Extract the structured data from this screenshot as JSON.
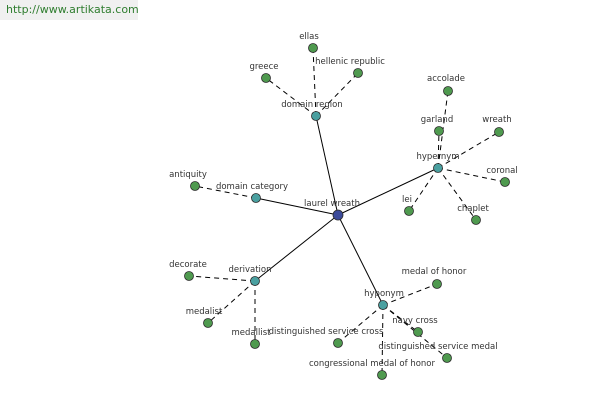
{
  "watermark": "http://www.artikata.com",
  "colors": {
    "center": "#3b4a9a",
    "relation": "#4aa0a0",
    "leaf": "#4f9a4f",
    "node_stroke": "#2b2b2b",
    "edge": "#000000",
    "text": "#333333"
  },
  "center": {
    "label": "laurel wreath"
  },
  "relations": [
    {
      "label": "domain region",
      "leaves": [
        "ellas",
        "greece",
        "hellenic republic"
      ]
    },
    {
      "label": "hypernym",
      "leaves": [
        "accolade",
        "garland",
        "wreath",
        "coronal",
        "chaplet",
        "lei"
      ]
    },
    {
      "label": "domain category",
      "leaves": [
        "antiquity"
      ]
    },
    {
      "label": "derivation",
      "leaves": [
        "decorate",
        "medalist",
        "medallist"
      ]
    },
    {
      "label": "hyponym",
      "leaves": [
        "medal of honor",
        "navy cross",
        "distinguished service cross",
        "distinguished service medal",
        "congressional medal of honor"
      ]
    }
  ]
}
